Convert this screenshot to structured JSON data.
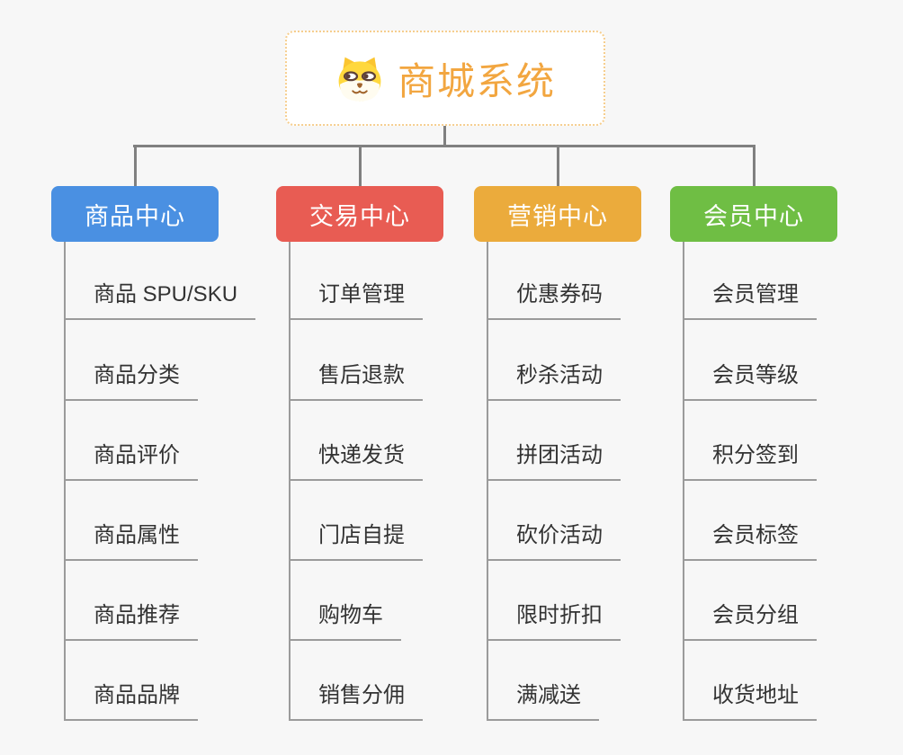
{
  "root": {
    "title": "商城系统",
    "icon": "dog-face-icon",
    "accent_color": "#f2a640",
    "border_color": "#f6ce8e"
  },
  "connector_color": "#808080",
  "subline_color": "#9b9b9b",
  "branches": [
    {
      "label": "商品中心",
      "color": "#4a90e2",
      "items": [
        "商品 SPU/SKU",
        "商品分类",
        "商品评价",
        "商品属性",
        "商品推荐",
        "商品品牌"
      ]
    },
    {
      "label": "交易中心",
      "color": "#e85c53",
      "items": [
        "订单管理",
        "售后退款",
        "快递发货",
        "门店自提",
        "购物车",
        "销售分佣"
      ]
    },
    {
      "label": "营销中心",
      "color": "#ebab3c",
      "items": [
        "优惠券码",
        "秒杀活动",
        "拼团活动",
        "砍价活动",
        "限时折扣",
        "满减送"
      ]
    },
    {
      "label": "会员中心",
      "color": "#6fbe44",
      "items": [
        "会员管理",
        "会员等级",
        "积分签到",
        "会员标签",
        "会员分组",
        "收货地址"
      ]
    }
  ]
}
